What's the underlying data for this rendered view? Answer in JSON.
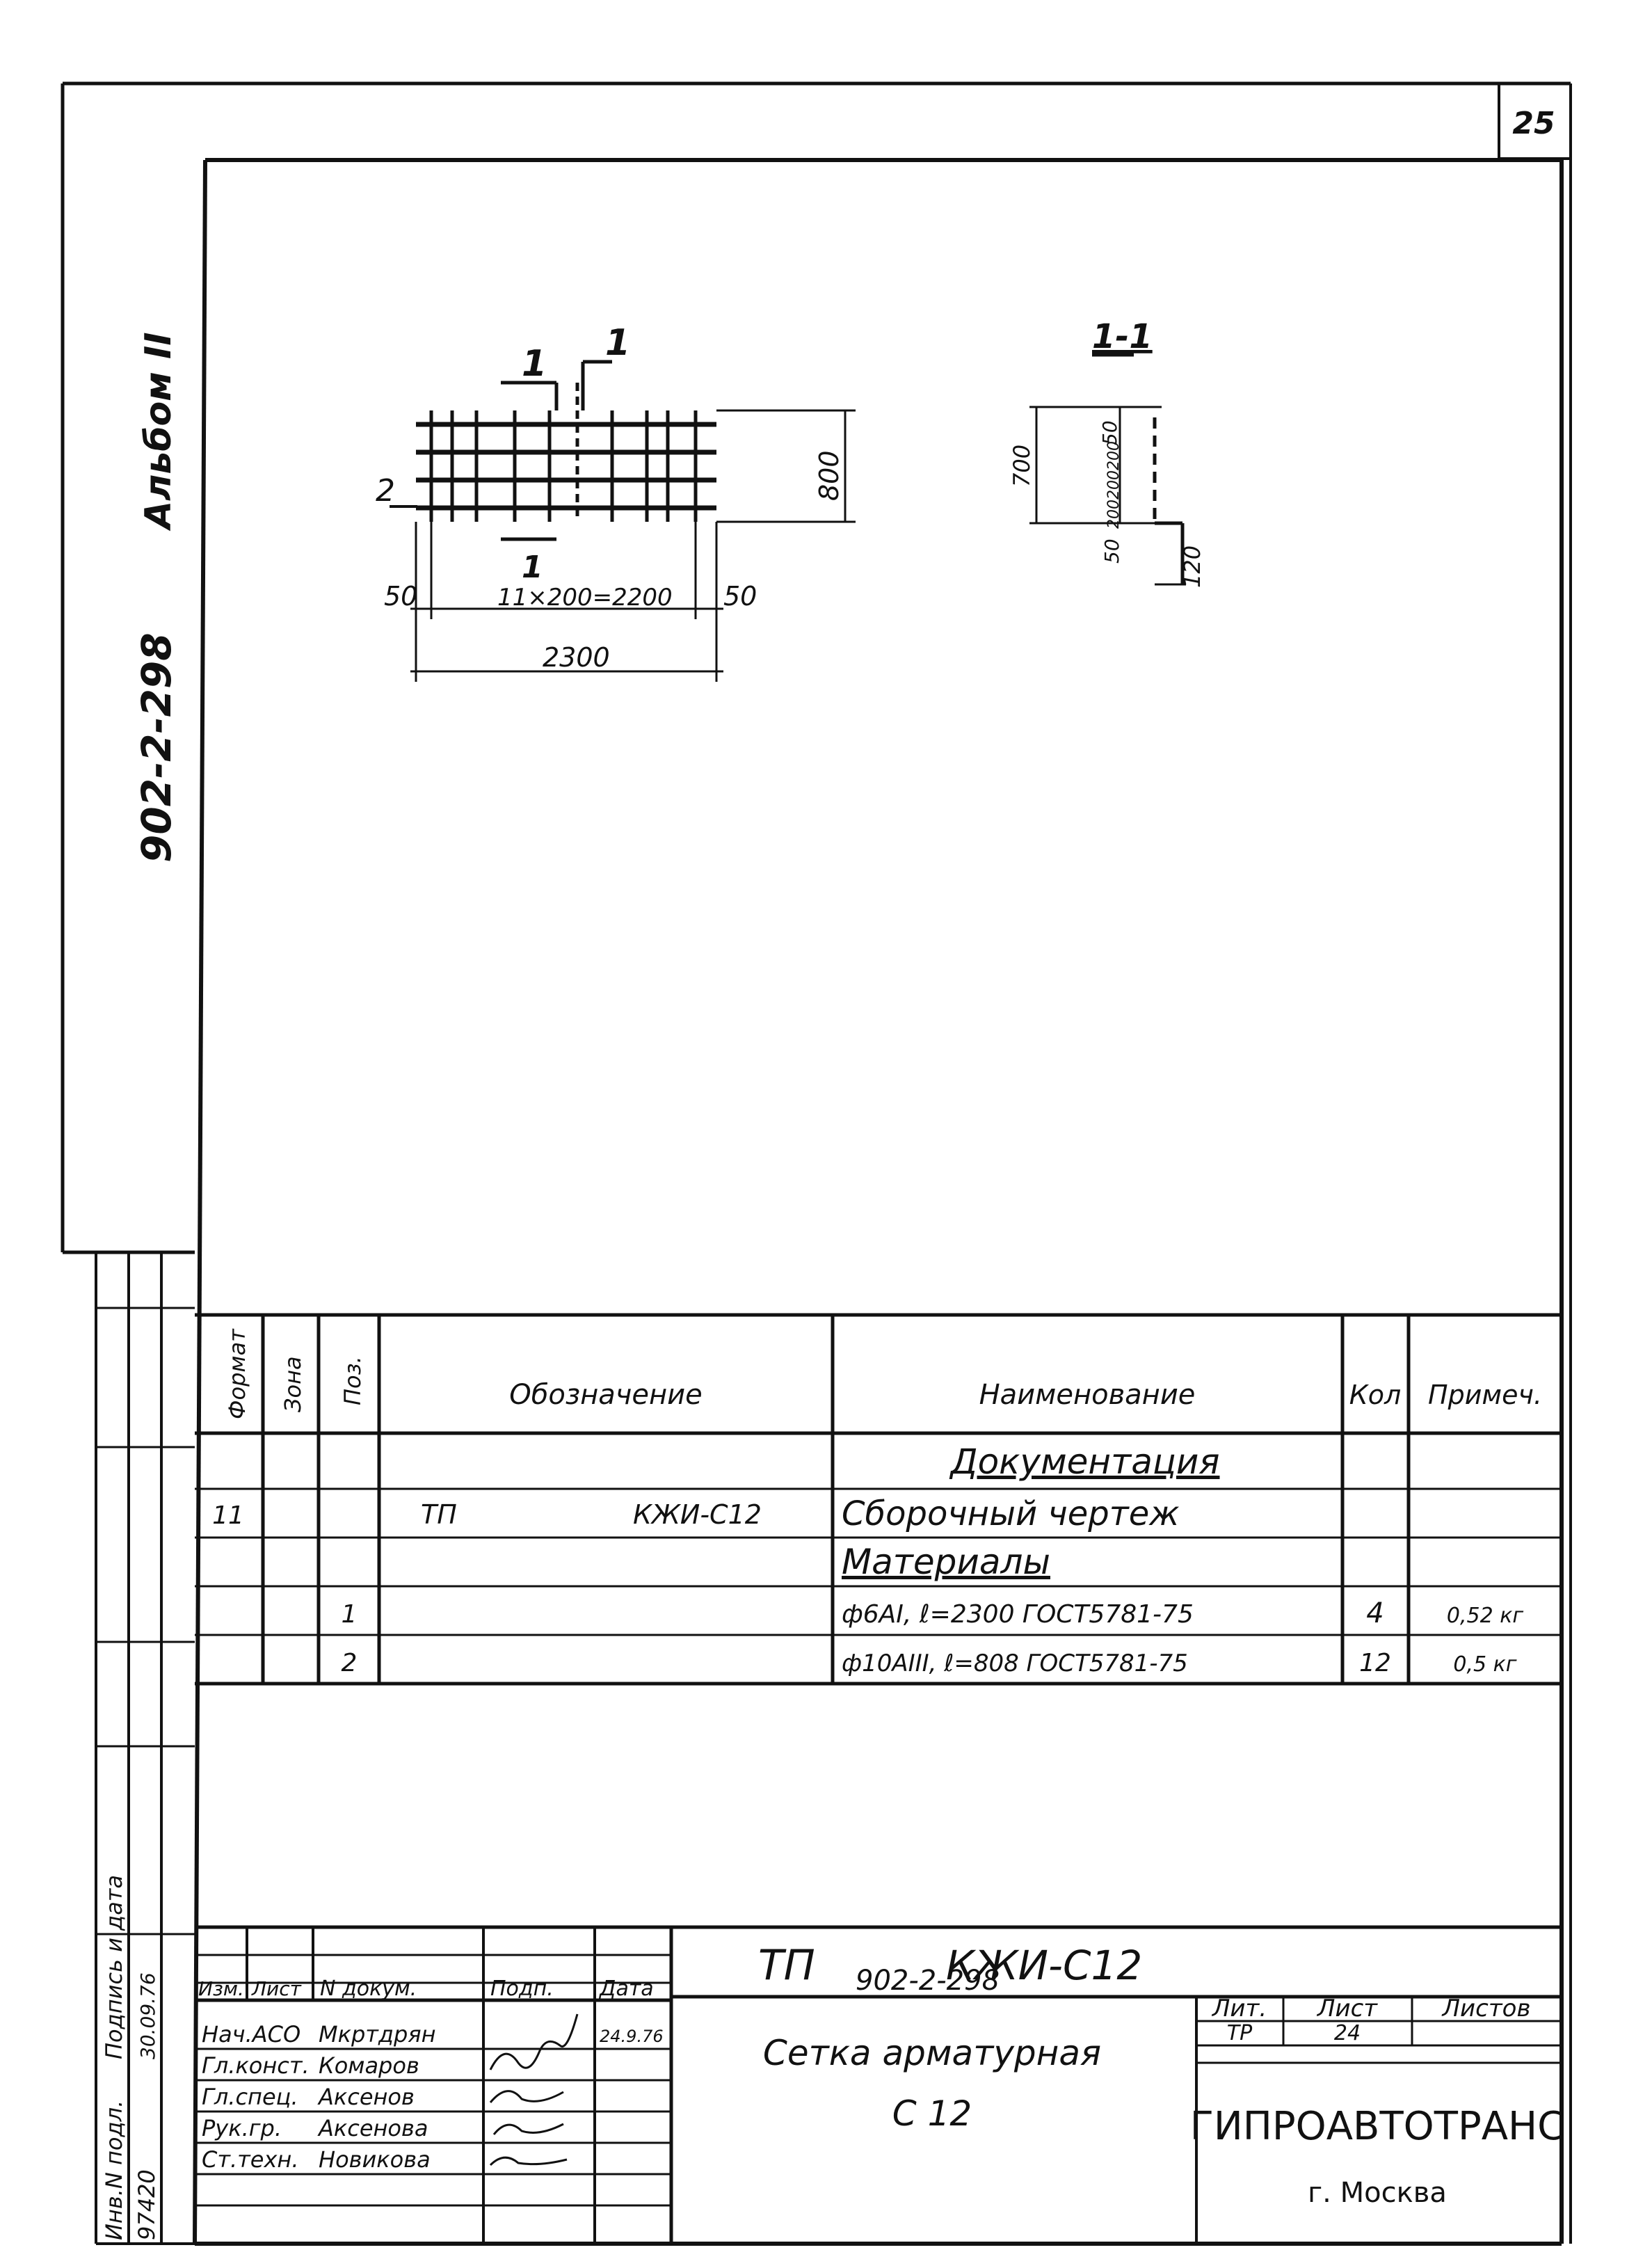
{
  "sheet_number": "25",
  "side": {
    "album": "Альбом II",
    "project_code": "902-2-298",
    "inv_label": "Инв.N подл.",
    "inv_value": "97420",
    "signature_label": "Подпись и дата",
    "signature_value": "30.09.76"
  },
  "drawing": {
    "plan": {
      "section_mark_left": "1",
      "section_mark_right": "1",
      "position_mark": "2",
      "height_dim": "800",
      "left_margin": "50",
      "right_margin": "50",
      "spacing_dim": "11×200=2200",
      "total_dim": "2300"
    },
    "section": {
      "title": "1-1",
      "height_dim": "700",
      "spacing_dim": "200200200",
      "top_dim": "50",
      "bottom_dim": "50",
      "hook_dim": "120"
    }
  },
  "spec": {
    "headers": {
      "format": "Формат",
      "zone": "Зона",
      "pos": "Поз.",
      "designation": "Обозначение",
      "name": "Наименование",
      "qty": "Кол",
      "note": "Примеч."
    },
    "section_documentation": "Документация",
    "row_doc": {
      "format": "11",
      "designation_left": "ТП",
      "designation_right": "КЖИ-С12",
      "name": "Сборочный чертеж"
    },
    "section_materials": "Материалы",
    "rows": [
      {
        "pos": "1",
        "name": "ф6АI, ℓ=2300 ГОСТ5781-75",
        "qty": "4",
        "note": "0,52 кг"
      },
      {
        "pos": "2",
        "name": "ф10АIII, ℓ=808 ГОСТ5781-75",
        "qty": "12",
        "note": "0,5 кг"
      }
    ]
  },
  "title_block": {
    "doc_code_left": "ТП",
    "doc_code_right": "КЖИ-С12",
    "project": "902-2-298",
    "title_line1": "Сетка арматурная",
    "title_line2": "С 12",
    "stage_label": "Лит.",
    "sheet_label": "Лист",
    "sheets_label": "Листов",
    "stage": "ТР",
    "sheet": "24",
    "org": "ГИПРОАВТОТРАНС",
    "city": "г. Москва",
    "col_headers": [
      "Изм.",
      "Лист",
      "N докум.",
      "Подп.",
      "Дата"
    ],
    "people": [
      {
        "role": "Нач.АСО",
        "name": "Мкртдрян",
        "date": "24.9.76"
      },
      {
        "role": "Гл.конст.",
        "name": "Комаров",
        "date": ""
      },
      {
        "role": "Гл.спец.",
        "name": "Аксенов",
        "date": ""
      },
      {
        "role": "Рук.гр.",
        "name": "Аксенова",
        "date": ""
      },
      {
        "role": "Ст.техн.",
        "name": "Новикова",
        "date": ""
      }
    ]
  }
}
